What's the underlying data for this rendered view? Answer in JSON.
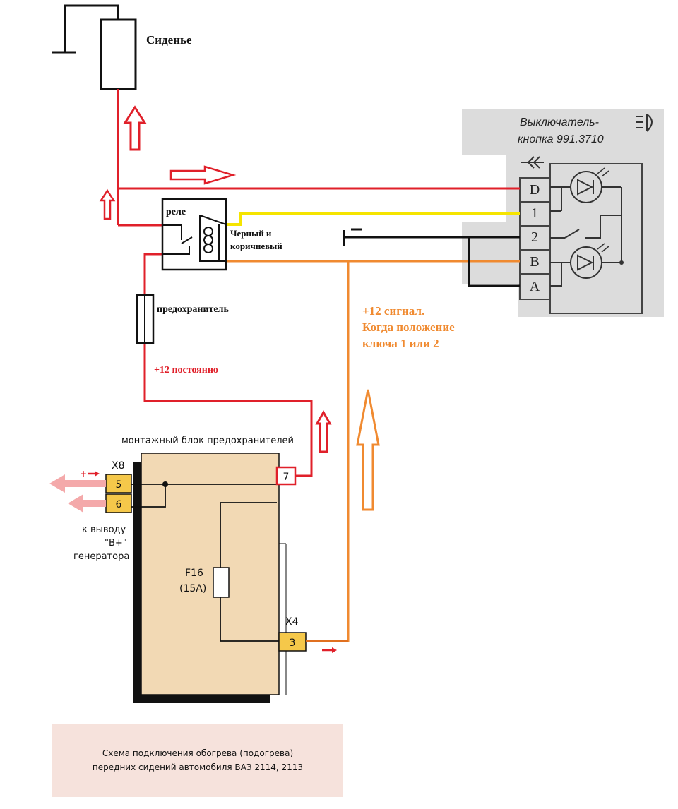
{
  "labels": {
    "seat": "Сиденье",
    "switch_title_line1": "Выключатель-",
    "switch_title_line2": "кнопка 991.3710",
    "relay": "реле",
    "black_brown_line1": "Черный и",
    "black_brown_line2": "коричневый",
    "fuse": "предохранитель",
    "constant_12": "+12 постоянно",
    "signal_line1": "+12 сигнал.",
    "signal_line2": "Когда положение",
    "signal_line3": "ключа 1 или 2",
    "fuse_block": "монтажный блок предохранителей",
    "connector_x8": "X8",
    "connector_x4": "X4",
    "pin_5": "5",
    "pin_6": "6",
    "pin_7": "7",
    "pin_3": "3",
    "plus_mark": "+",
    "generator_line1": "к выводу",
    "generator_line2": "\"B+\"",
    "generator_line3": "генератора",
    "f16_line1": "F16",
    "f16_line2": "(15A)",
    "switch_pins": [
      "D",
      "1",
      "2",
      "B",
      "A"
    ],
    "caption_line1": "Схема подключения обогрева (подогрева)",
    "caption_line2": "передних сидений автомобиля ВАЗ 2114, 2113"
  },
  "colors": {
    "red_wire": "#e0202a",
    "yellow_wire": "#f5e400",
    "orange_wire": "#f08a30",
    "black_wire": "#111111",
    "fuse_block_fill": "#f2d9b4",
    "connector_fill": "#f5c84a",
    "pink_arrow": "#f4a9aa",
    "switch_bg": "#dcdcdc",
    "caption_bg": "#f6e2dc",
    "red_label": "#e0202a",
    "orange_label": "#f08a30"
  }
}
